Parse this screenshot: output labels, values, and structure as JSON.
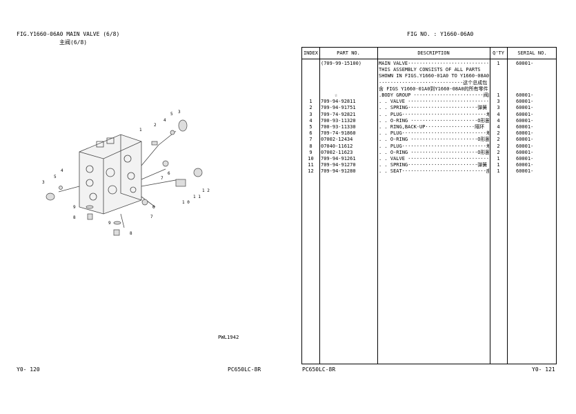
{
  "left_page": {
    "fig_title": "FIG.Y1660-06A0 MAIN VALVE (6/8)",
    "fig_subtitle": "主阀(6/8)",
    "drawing_code": "PWL1942",
    "page_number": "Y0-  120",
    "model": "PC650LC-8R",
    "callouts": [
      "1",
      "2",
      "3",
      "4",
      "5",
      "6",
      "7",
      "8",
      "9",
      "10",
      "11",
      "12",
      "3",
      "4",
      "5",
      "9",
      "8",
      "8",
      "6",
      "7"
    ]
  },
  "right_page": {
    "fig_no": "FIG NO. : Y1660-06A0",
    "model": "PC650LC-8R",
    "page_number": "Y0-  121",
    "headers": {
      "index": "INDEX",
      "part_no": "PART  NO.",
      "description": "DESCRIPTION",
      "qty": "Q'TY",
      "serial": "SERIAL NO."
    },
    "rows": [
      {
        "index": "",
        "part": "(709-99-15100)",
        "desc": "MAIN VALVE·····························主阀",
        "qty": "1",
        "serial": "60001-"
      },
      {
        "index": "",
        "part": "",
        "desc": "THIS ASSEMBLY CONSISTS OF ALL PARTS",
        "qty": "",
        "serial": ""
      },
      {
        "index": "",
        "part": "",
        "desc": "SHOWN IN FIGS.Y1660-01A0 TO Y1660-08A0.",
        "qty": "",
        "serial": ""
      },
      {
        "index": "",
        "part": "",
        "desc": "·····························这个总成包",
        "qty": "",
        "serial": ""
      },
      {
        "index": "",
        "part": "",
        "desc": "含 FIGS Y1660-01A0到Y1660-08A0的所有零件",
        "qty": "",
        "serial": ""
      },
      {
        "index": "",
        "part": "☆",
        "desc": ".BODY GROUP ························阀座",
        "qty": "1",
        "serial": "60001-"
      },
      {
        "index": "1",
        "part": "709-94-92811",
        "desc": ". . VALVE ·····························阀",
        "qty": "3",
        "serial": "60001-"
      },
      {
        "index": "2",
        "part": "709-94-91751",
        "desc": ". . SPRING························弹簧",
        "qty": "3",
        "serial": "60001-"
      },
      {
        "index": "3",
        "part": "709-74-92821",
        "desc": ". . PLUG·····························堵塞",
        "qty": "4",
        "serial": "60001-"
      },
      {
        "index": "4",
        "part": "700-93-11320",
        "desc": ". . O-RING ·······················O形圈",
        "qty": "4",
        "serial": "60001-"
      },
      {
        "index": "5",
        "part": "700-93-11330",
        "desc": ". . RING,BACK-UP·················隔环",
        "qty": "4",
        "serial": "60001-"
      },
      {
        "index": "6",
        "part": "709-74-91860",
        "desc": ". . PLUG·····························堵塞",
        "qty": "2",
        "serial": "60001-"
      },
      {
        "index": "7",
        "part": "07002-12434",
        "desc": ". . O-RING ·······················O形圈",
        "qty": "2",
        "serial": "60001-"
      },
      {
        "index": "8",
        "part": "07040-11612",
        "desc": ". . PLUG·····························堵塞",
        "qty": "2",
        "serial": "60001-"
      },
      {
        "index": "9",
        "part": "07002-11623",
        "desc": ". . O-RING ·······················O形圈",
        "qty": "2",
        "serial": "60001-"
      },
      {
        "index": "10",
        "part": "709-94-91261",
        "desc": ". . VALVE ·····························阀",
        "qty": "1",
        "serial": "60001-"
      },
      {
        "index": "11",
        "part": "709-94-91270",
        "desc": ". . SPRING························弹簧",
        "qty": "1",
        "serial": "60001-"
      },
      {
        "index": "12",
        "part": "709-94-91280",
        "desc": ". . SEAT·····························座",
        "qty": "1",
        "serial": "60001-"
      }
    ]
  }
}
